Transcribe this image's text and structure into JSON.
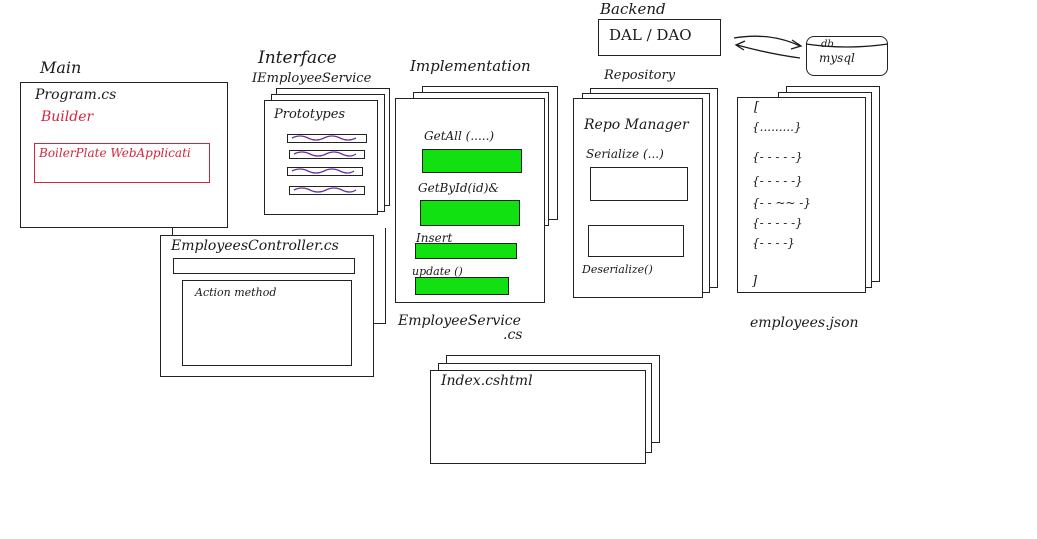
{
  "main": {
    "title": "Main",
    "file": "Program.cs",
    "builder": "Builder",
    "boilerplate": "BoilerPlate WebApplicati"
  },
  "interface": {
    "title": "Interface",
    "subtitle": "IEmployeeService",
    "prototypes": "Prototypes"
  },
  "controller": {
    "title": "EmployeesController.cs",
    "action": "Action method"
  },
  "implementation": {
    "title": "Implementation",
    "methods": [
      "GetAll (.....)",
      "GetById(id)&",
      "Insert",
      "update ()"
    ],
    "filename_line1": "EmployeeService",
    "filename_line2": ".cs"
  },
  "view": {
    "title": "Index.cshtml"
  },
  "repository": {
    "title": "Repository",
    "manager": "Repo Manager",
    "serialize": "Serialize (...)",
    "deserialize": "Deserialize()"
  },
  "json_file": {
    "open": "[",
    "rows": [
      "{.........}",
      "{- - - - -}",
      "{- - - - -}",
      "{- - ~~ -}",
      "{- - - - -}",
      "{- - - -}"
    ],
    "close": "]",
    "name": "employees.json"
  },
  "backend": {
    "title": "Backend",
    "dal": "DAL / DAO",
    "db_line1": "db",
    "db_line2": "mysql"
  },
  "colors": {
    "ink": "#1a1a1a",
    "red": "#d4263a",
    "green": "#11e011",
    "purple": "#6a2fa0"
  }
}
